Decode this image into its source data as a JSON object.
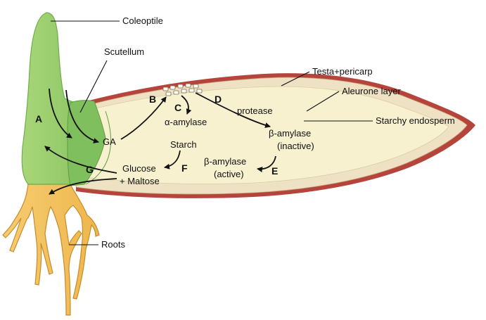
{
  "labels": {
    "coleoptile": "Coleoptile",
    "scutellum": "Scutellum",
    "testa_pericarp": "Testa+pericarp",
    "aleurone_layer": "Aleurone layer",
    "starchy_endosperm": "Starchy endosperm",
    "roots": "Roots",
    "ga": "GA",
    "alpha_amylase": "α-amylase",
    "protease": "protease",
    "beta_amylase_inactive_1": "β-amylase",
    "beta_amylase_inactive_2": "(inactive)",
    "starch": "Starch",
    "beta_amylase_active_1": "β-amylase",
    "beta_amylase_active_2": "(active)",
    "glucose": "Glucose",
    "maltose": "+ Maltose"
  },
  "steps": {
    "a": "A",
    "b": "B",
    "c": "C",
    "d": "D",
    "e": "E",
    "f": "F",
    "g": "G"
  },
  "colors": {
    "seedling": "#9ccf6a",
    "scutellum": "#7fbf5c",
    "root": "#f3c25e",
    "testa": "#b5453c",
    "aleurone": "#efe1c3",
    "endosperm": "#f7f1cf",
    "line": "#111111"
  }
}
